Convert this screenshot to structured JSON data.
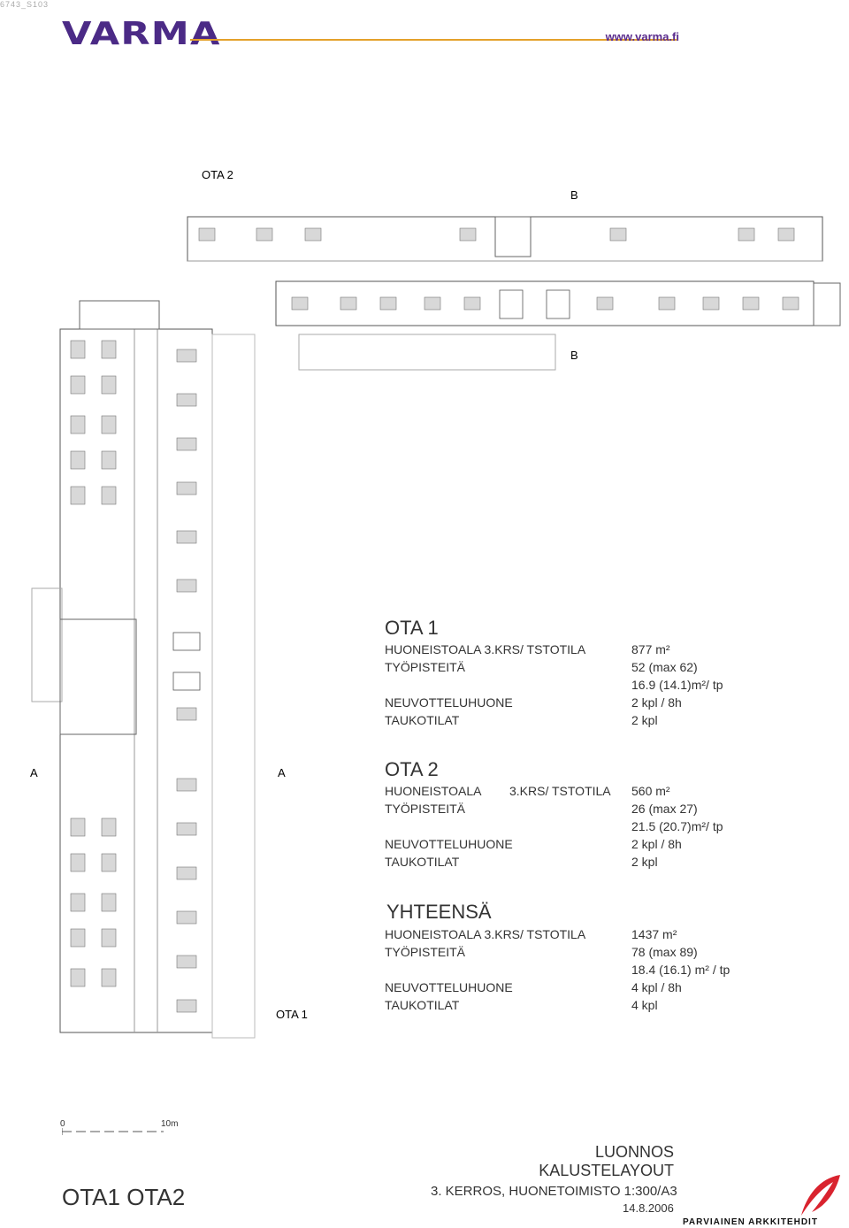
{
  "corner_code": "6743_S103",
  "brand": {
    "name": "VARMA",
    "url": "www.varma.fi",
    "purple": "#4b2a86",
    "orange": "#e4a12a"
  },
  "plan_labels": {
    "ota2": "OTA 2",
    "ota1": "OTA 1",
    "section_b": "B",
    "section_a": "A"
  },
  "schedule": {
    "ota1": {
      "title": "OTA 1",
      "rows": [
        {
          "label": "HUONEISTOALA  3.KRS/ TSTOTILA",
          "value": "877 m²"
        },
        {
          "label": "TYÖPISTEITÄ",
          "value": "52 (max 62)"
        },
        {
          "label": "",
          "value": "16.9 (14.1)m²/ tp"
        },
        {
          "label": "NEUVOTTELUHUONE",
          "value": "2 kpl / 8h"
        },
        {
          "label": "TAUKOTILAT",
          "value": "2 kpl"
        }
      ]
    },
    "ota2": {
      "title": "OTA 2",
      "rows": [
        {
          "label": "HUONEISTOALA",
          "mid": "3.KRS/ TSTOTILA",
          "value": "560 m²"
        },
        {
          "label": "TYÖPISTEITÄ",
          "value": "26 (max 27)"
        },
        {
          "label": "",
          "value": "21.5 (20.7)m²/ tp"
        },
        {
          "label": "NEUVOTTELUHUONE",
          "value": "2 kpl / 8h"
        },
        {
          "label": "TAUKOTILAT",
          "value": "2 kpl"
        }
      ]
    },
    "total": {
      "title": "YHTEENSÄ",
      "rows": [
        {
          "label": "HUONEISTOALA  3.KRS/ TSTOTILA",
          "value": "1437 m²"
        },
        {
          "label": "TYÖPISTEITÄ",
          "value": "78 (max 89)"
        },
        {
          "label": "",
          "value": "18.4 (16.1) m² / tp"
        },
        {
          "label": "NEUVOTTELUHUONE",
          "value": "4 kpl / 8h"
        },
        {
          "label": "TAUKOTILAT",
          "value": "4 kpl"
        }
      ]
    }
  },
  "scale_bar": {
    "start": "0",
    "end": "10m"
  },
  "footer": {
    "title": "OTA1 OTA2",
    "status_line1": "LUONNOS",
    "status_line2": "KALUSTELAYOUT",
    "subtitle": "3. KERROS, HUONETOIMISTO 1:300/A3",
    "date": "14.8.2006",
    "firm": "PARVIAINEN ARKKITEHDIT",
    "firm_red": "#d9232e"
  }
}
